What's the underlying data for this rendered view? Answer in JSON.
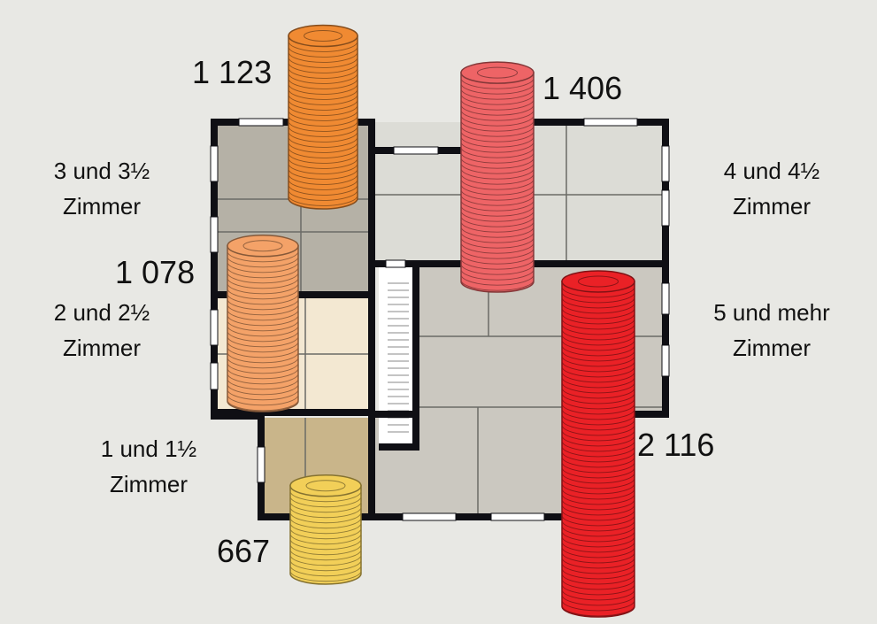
{
  "chart_data": {
    "type": "bar",
    "categories": [
      {
        "line1": "1 und 1½",
        "line2": "Zimmer"
      },
      {
        "line1": "2 und 2½",
        "line2": "Zimmer"
      },
      {
        "line1": "3 und 3½",
        "line2": "Zimmer"
      },
      {
        "line1": "4 und 4½",
        "line2": "Zimmer"
      },
      {
        "line1": "5 und mehr",
        "line2": "Zimmer"
      }
    ],
    "values": [
      667,
      1078,
      1123,
      1406,
      2116
    ],
    "value_labels": [
      "667",
      "1 078",
      "1 123",
      "1 406",
      "2 116"
    ],
    "colors": [
      "#f2cf58",
      "#f4a268",
      "#f08a32",
      "#ee6466",
      "#ea2126"
    ],
    "room_colors": {
      "r3": "#b5b1a6",
      "r2": "#f3e8d2",
      "r1": "#c9b58a",
      "r4": "#dcdcd6",
      "r5": "#cbc8c0"
    },
    "background": "#e8e8e4"
  }
}
